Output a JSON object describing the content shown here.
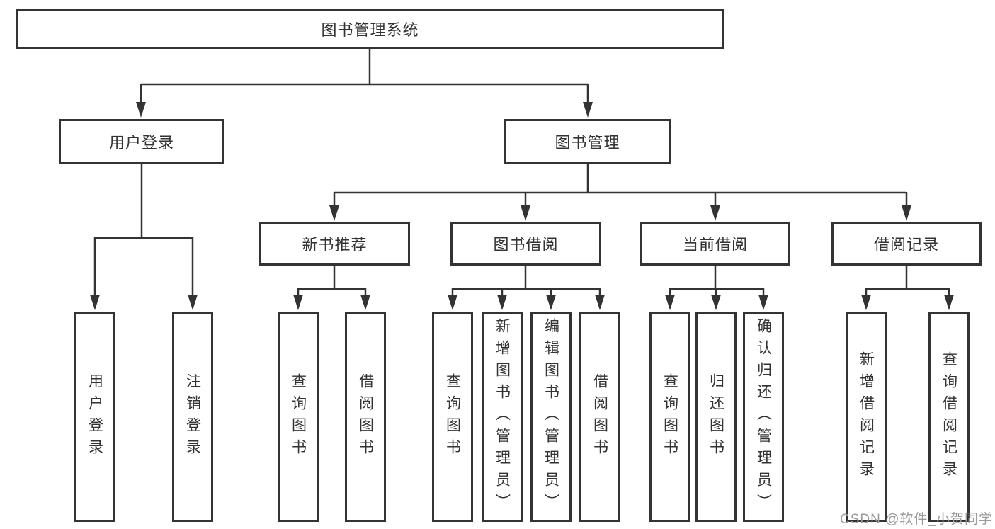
{
  "tree": {
    "label": "图书管理系统",
    "children": [
      {
        "label": "用户登录",
        "children": [
          {
            "label": "用户登录"
          },
          {
            "label": "注销登录"
          }
        ]
      },
      {
        "label": "图书管理",
        "children": [
          {
            "label": "新书推荐",
            "children": [
              {
                "label": "查询图书"
              },
              {
                "label": "借阅图书"
              }
            ]
          },
          {
            "label": "图书借阅",
            "children": [
              {
                "label": "查询图书"
              },
              {
                "label": "新增图书（管理员）"
              },
              {
                "label": "编辑图书（管理员）"
              },
              {
                "label": "借阅图书"
              }
            ]
          },
          {
            "label": "当前借阅",
            "children": [
              {
                "label": "查询图书"
              },
              {
                "label": "归还图书"
              },
              {
                "label": "确认归还（管理员）"
              }
            ]
          },
          {
            "label": "借阅记录",
            "children": [
              {
                "label": "新增借阅记录"
              },
              {
                "label": "查询借阅记录"
              }
            ]
          }
        ]
      }
    ]
  },
  "watermark": "CSDN @软件_小贺同学",
  "colors": {
    "line": "#333333",
    "text": "#333333",
    "watermark": "#9b9b9b",
    "background": "#ffffff"
  }
}
